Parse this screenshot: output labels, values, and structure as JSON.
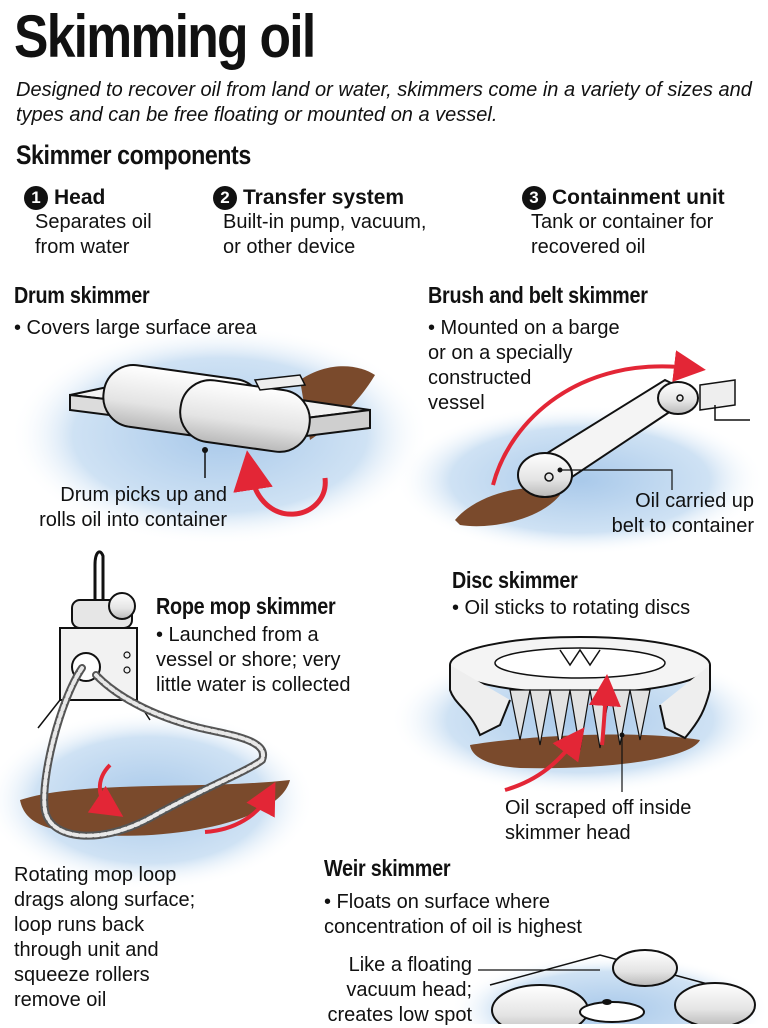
{
  "header": {
    "title": "Skimming oil",
    "subtitle": "Designed to recover oil from land or water, skimmers come in a variety of sizes and types and can be free floating or mounted on a vessel."
  },
  "components": {
    "heading": "Skimmer components",
    "items": [
      {
        "number": "1",
        "title": "Head",
        "desc_line1": "Separates oil",
        "desc_line2": "from water"
      },
      {
        "number": "2",
        "title": "Transfer system",
        "desc_line1": "Built-in pump, vacuum,",
        "desc_line2": "or other device"
      },
      {
        "number": "3",
        "title": "Containment unit",
        "desc_line1": "Tank or container for",
        "desc_line2": "recovered oil"
      }
    ]
  },
  "drum": {
    "title": "Drum skimmer",
    "desc": "• Covers large surface area",
    "callout_line1": "Drum picks up and",
    "callout_line2": "rolls oil into container"
  },
  "brush": {
    "title": "Brush and belt skimmer",
    "desc_lines": [
      "• Mounted on a barge",
      "or on a specially",
      "constructed",
      "vessel"
    ],
    "callout_line1": "Oil carried up",
    "callout_line2": "belt to container"
  },
  "rope": {
    "title": "Rope mop skimmer",
    "desc_lines": [
      "• Launched from a",
      "vessel or shore; very",
      "little water is collected"
    ],
    "callout_lines": [
      "Rotating mop loop",
      "drags along surface;",
      "loop runs back",
      "through unit and",
      "squeeze rollers",
      "remove oil"
    ]
  },
  "disc": {
    "title": "Disc skimmer",
    "desc": "• Oil sticks to rotating discs",
    "callout_line1": "Oil scraped off inside",
    "callout_line2": "skimmer head"
  },
  "weir": {
    "title": "Weir skimmer",
    "desc_lines": [
      "• Floats on surface where",
      "concentration of oil is highest"
    ],
    "callout_lines": [
      "Like a floating",
      "vacuum head;",
      "creates low spot"
    ]
  },
  "colors": {
    "water": "#bcd6ee",
    "oil": "#7a4a2c",
    "arrow": "#e32636",
    "ink": "#111111"
  }
}
